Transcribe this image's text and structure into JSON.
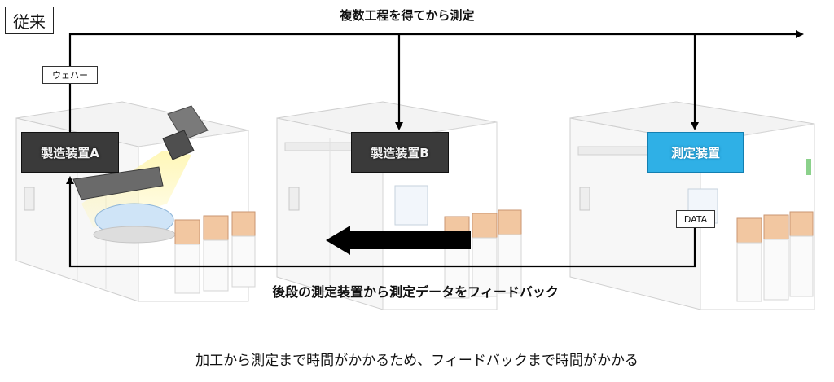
{
  "title": "従来",
  "labels": {
    "wafer": "ウェハー",
    "data": "DATA"
  },
  "equipment": {
    "a": "製造装置A",
    "b": "製造装置B",
    "measure": "測定装置"
  },
  "captions": {
    "top": "複数工程を得てから測定",
    "feedback": "後段の測定装置から測定データをフィードバック",
    "bottom": "加工から測定まで時間がかかるため、フィードバックまで時間がかかる"
  },
  "colors": {
    "measure_accent": "#2fb0e6",
    "equipment_dark": "#3a3a3a",
    "arrow": "#000000"
  }
}
